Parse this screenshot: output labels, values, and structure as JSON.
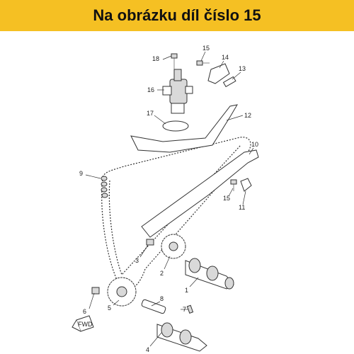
{
  "banner": {
    "text": "Na obrázku díl číslo 15"
  },
  "callouts": {
    "c1": "1",
    "c2": "2",
    "c3": "3",
    "c4": "4",
    "c5": "5",
    "c6": "6",
    "c7": "7",
    "c8": "8",
    "c9": "9",
    "c10": "10",
    "c11": "11",
    "c12": "12",
    "c13": "13",
    "c14": "14",
    "c15a": "15",
    "c15b": "15",
    "c16": "16",
    "c17": "17",
    "c18": "18"
  },
  "fwd": "FWD",
  "colors": {
    "banner": "#f5c023",
    "line": "#333333"
  }
}
